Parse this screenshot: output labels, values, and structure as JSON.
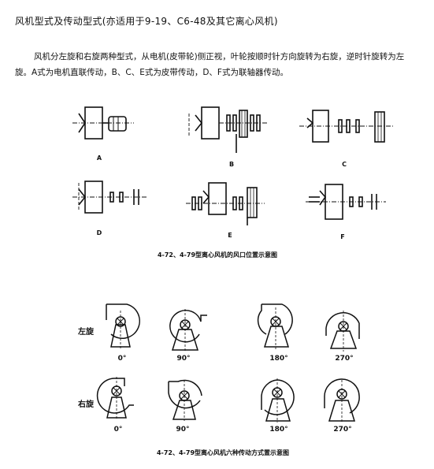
{
  "title": "风机型式及传动型式(亦适用于9-19、C6-48及其它离心风机)",
  "paragraph": "风机分左旋和右旋两种型式，从电机(皮带轮)侧正视，叶轮按顺时针方向旋转为右旋，逆时针旋转为左旋。A式为电机直联传动，B、C、E式为皮带传动，D、F式为联轴器传动。",
  "drive_labels": [
    "A",
    "B",
    "C",
    "D",
    "E",
    "F"
  ],
  "caption_outlet": "4-72、4-79型离心风机的风口位置示意图",
  "row_labels": {
    "left": "左旋",
    "right": "右旋"
  },
  "angles": [
    "0°",
    "90°",
    "180°",
    "270°"
  ],
  "caption_drive": "4-72、4-79型离心风机六种传动方式置示意图"
}
